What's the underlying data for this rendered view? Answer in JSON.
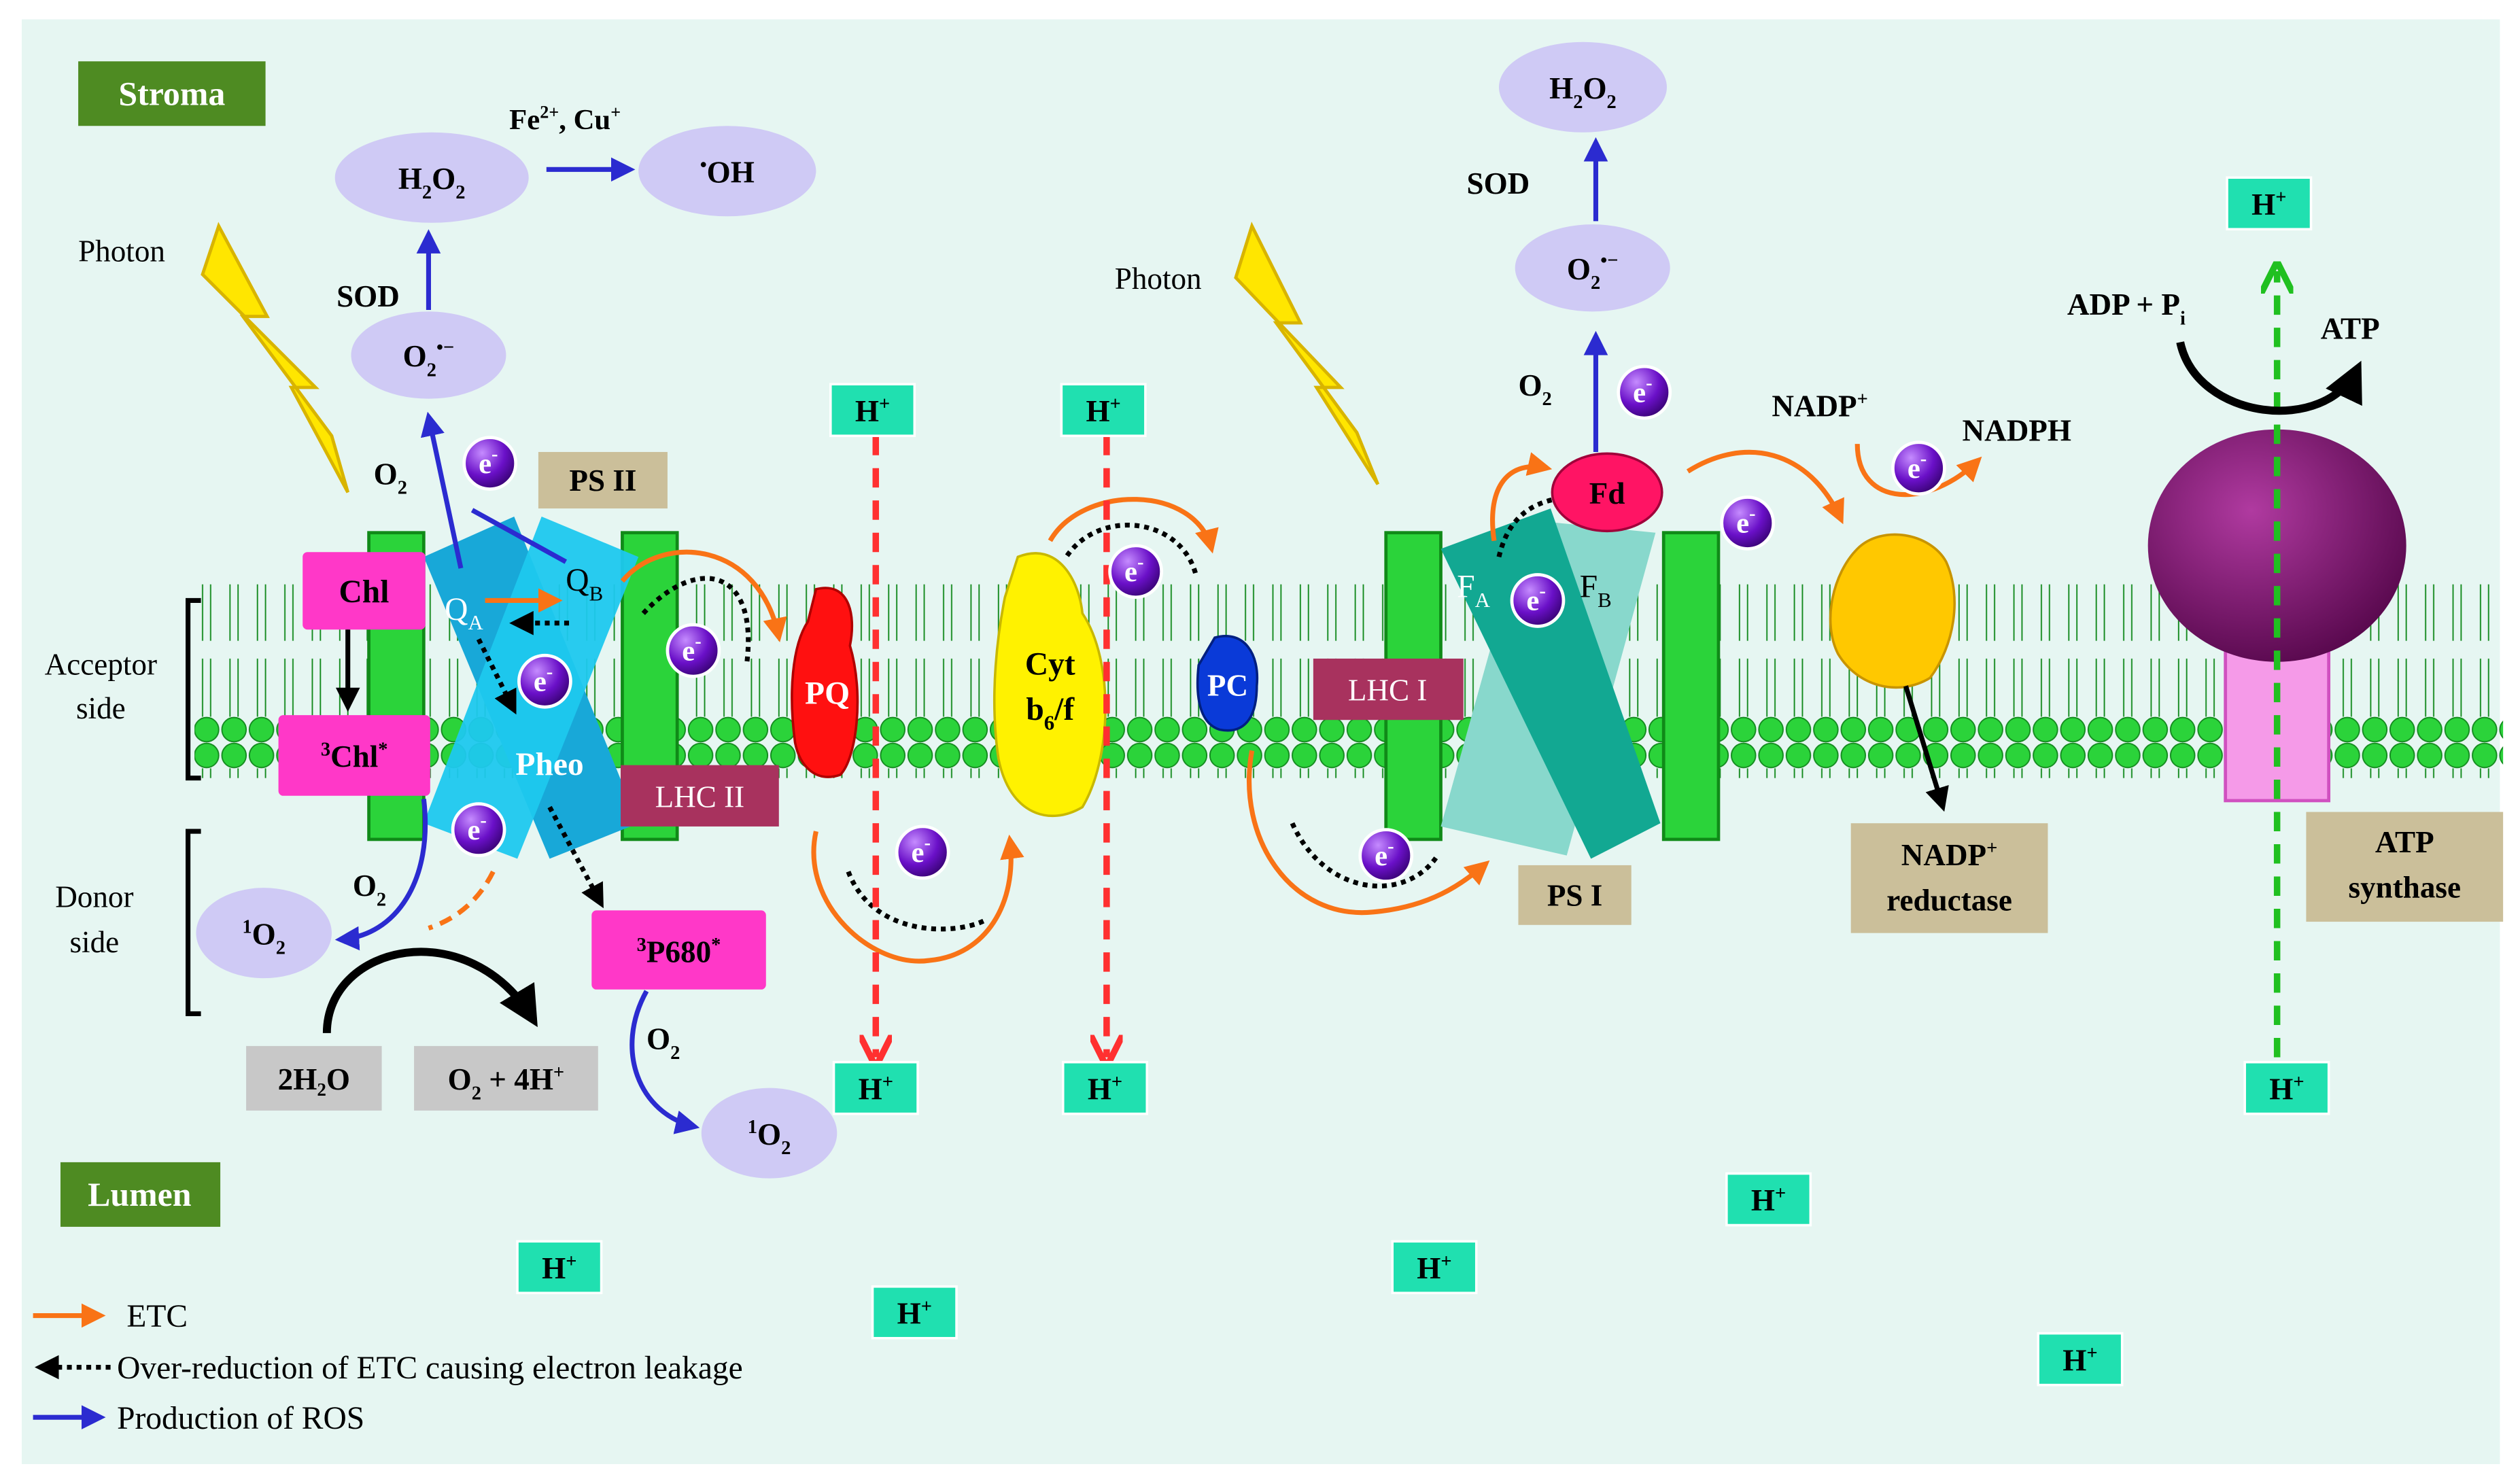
{
  "compartments": {
    "stroma": "Stroma",
    "lumen": "Lumen"
  },
  "sides": {
    "acceptor_1": "Acceptor",
    "acceptor_2": "side",
    "donor_1": "Donor",
    "donor_2": "side"
  },
  "photon": "Photon",
  "electron": {
    "base": "e",
    "sup": "-"
  },
  "proton": {
    "base": "H",
    "sup": "+"
  },
  "oxygen": {
    "base": "O",
    "sub": "2"
  },
  "sod": "SOD",
  "h2o2": {
    "a": "H",
    "b": "2",
    "c": "O",
    "d": "2"
  },
  "hydroxyl": {
    "dot": "•",
    "text": "OH"
  },
  "superoxide": {
    "base": "O",
    "sub": "2",
    "sup": "•−"
  },
  "singlet_o2": {
    "pre": "1",
    "base": "O",
    "sub": "2"
  },
  "metals": {
    "fe": "Fe",
    "fe_sup": "2+",
    "sep": ", Cu",
    "cu_sup": "+"
  },
  "psii": {
    "label": "PS II",
    "chl": "Chl",
    "triplet_chl": {
      "pre": "3",
      "base": "Chl",
      "sup": "*"
    },
    "qa": {
      "base": "Q",
      "sub": "A"
    },
    "qb": {
      "base": "Q",
      "sub": "B"
    },
    "pheo": "Pheo",
    "lhc": "LHC II",
    "p680": {
      "pre": "3",
      "base": "P680",
      "sup": "*"
    }
  },
  "water": {
    "reactant": "2H₂O",
    "product_a": "O",
    "product_sub": "2",
    "product_b": " + 4H",
    "product_sup": "+"
  },
  "pq": "PQ",
  "cyt": {
    "line1": "Cyt",
    "line2a": "b",
    "line2sub": "6",
    "line2b": "/f"
  },
  "pc": "PC",
  "psi": {
    "label": "PS I",
    "lhc": "LHC I",
    "fa": {
      "base": "F",
      "sub": "A"
    },
    "fb": {
      "base": "F",
      "sub": "B"
    },
    "fd": "Fd"
  },
  "nadp": {
    "base": "NADP",
    "sup": "+"
  },
  "nadph": "NADPH",
  "nadp_reductase": {
    "line1a": "NADP",
    "line1sup": "+",
    "line2": "reductase"
  },
  "atp_synthase": {
    "line1": "ATP",
    "line2": "synthase"
  },
  "adp": {
    "a": "ADP + P",
    "sub": "i"
  },
  "atp": "ATP",
  "legend": [
    {
      "label": "ETC",
      "color": "#f97316",
      "style": "solid"
    },
    {
      "label": "Over-reduction of ETC causing electron leakage",
      "color": "#000000",
      "style": "dotted"
    },
    {
      "label": "Production of ROS",
      "color": "#2b2bd0",
      "style": "solid"
    }
  ],
  "colors": {
    "background": "#e6f6f2",
    "stroma_box": "#4e8b22",
    "chl_box": "#ff38c8",
    "lhc_box": "#a8325e",
    "tag_box": "#cbbf9a",
    "water_box": "#c8c8c8",
    "proton_box": "#20e0b0",
    "ros_oval": "#cfcaf5",
    "membrane_head": "#2bd33a",
    "etc": "#f97316",
    "ros": "#2b2bd0",
    "proton_arrow": "#ff3030",
    "atp_arrow": "#20c020"
  }
}
